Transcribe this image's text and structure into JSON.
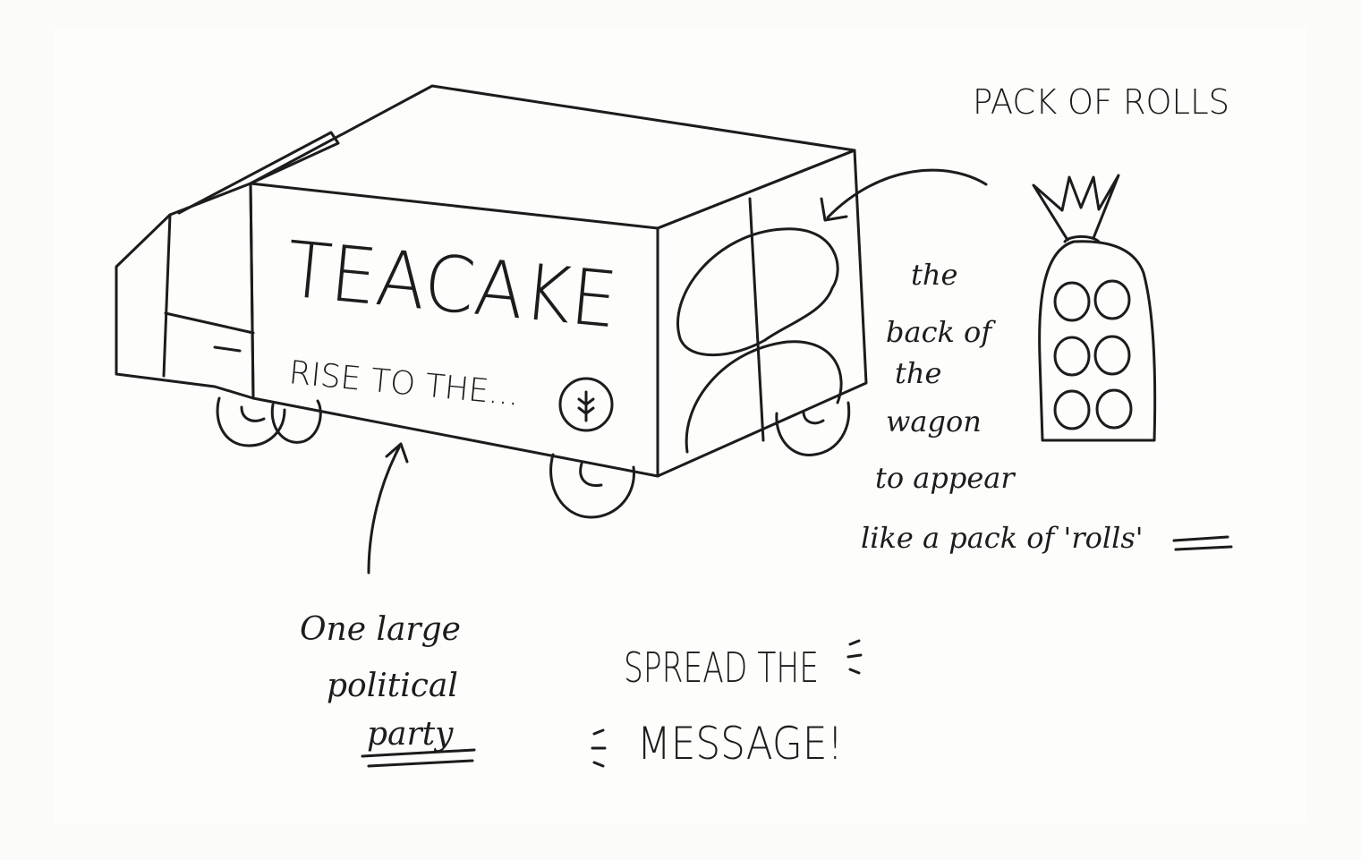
{
  "paper_color": "#fbfbfa",
  "ink_color": "#1c1c1c",
  "truck": {
    "brand": "TEACAKE",
    "slogan": "RISE TO THE..."
  },
  "heading_right": "PACK OF ROLLS",
  "note_back": {
    "lines": [
      "the",
      "back of",
      "the",
      "wagon",
      "to appear",
      "like a pack of 'rolls'"
    ]
  },
  "note_left": {
    "lines": [
      "One large",
      "political",
      "party"
    ]
  },
  "callout": {
    "line1": "SPREAD THE",
    "line2": "MESSAGE!"
  }
}
